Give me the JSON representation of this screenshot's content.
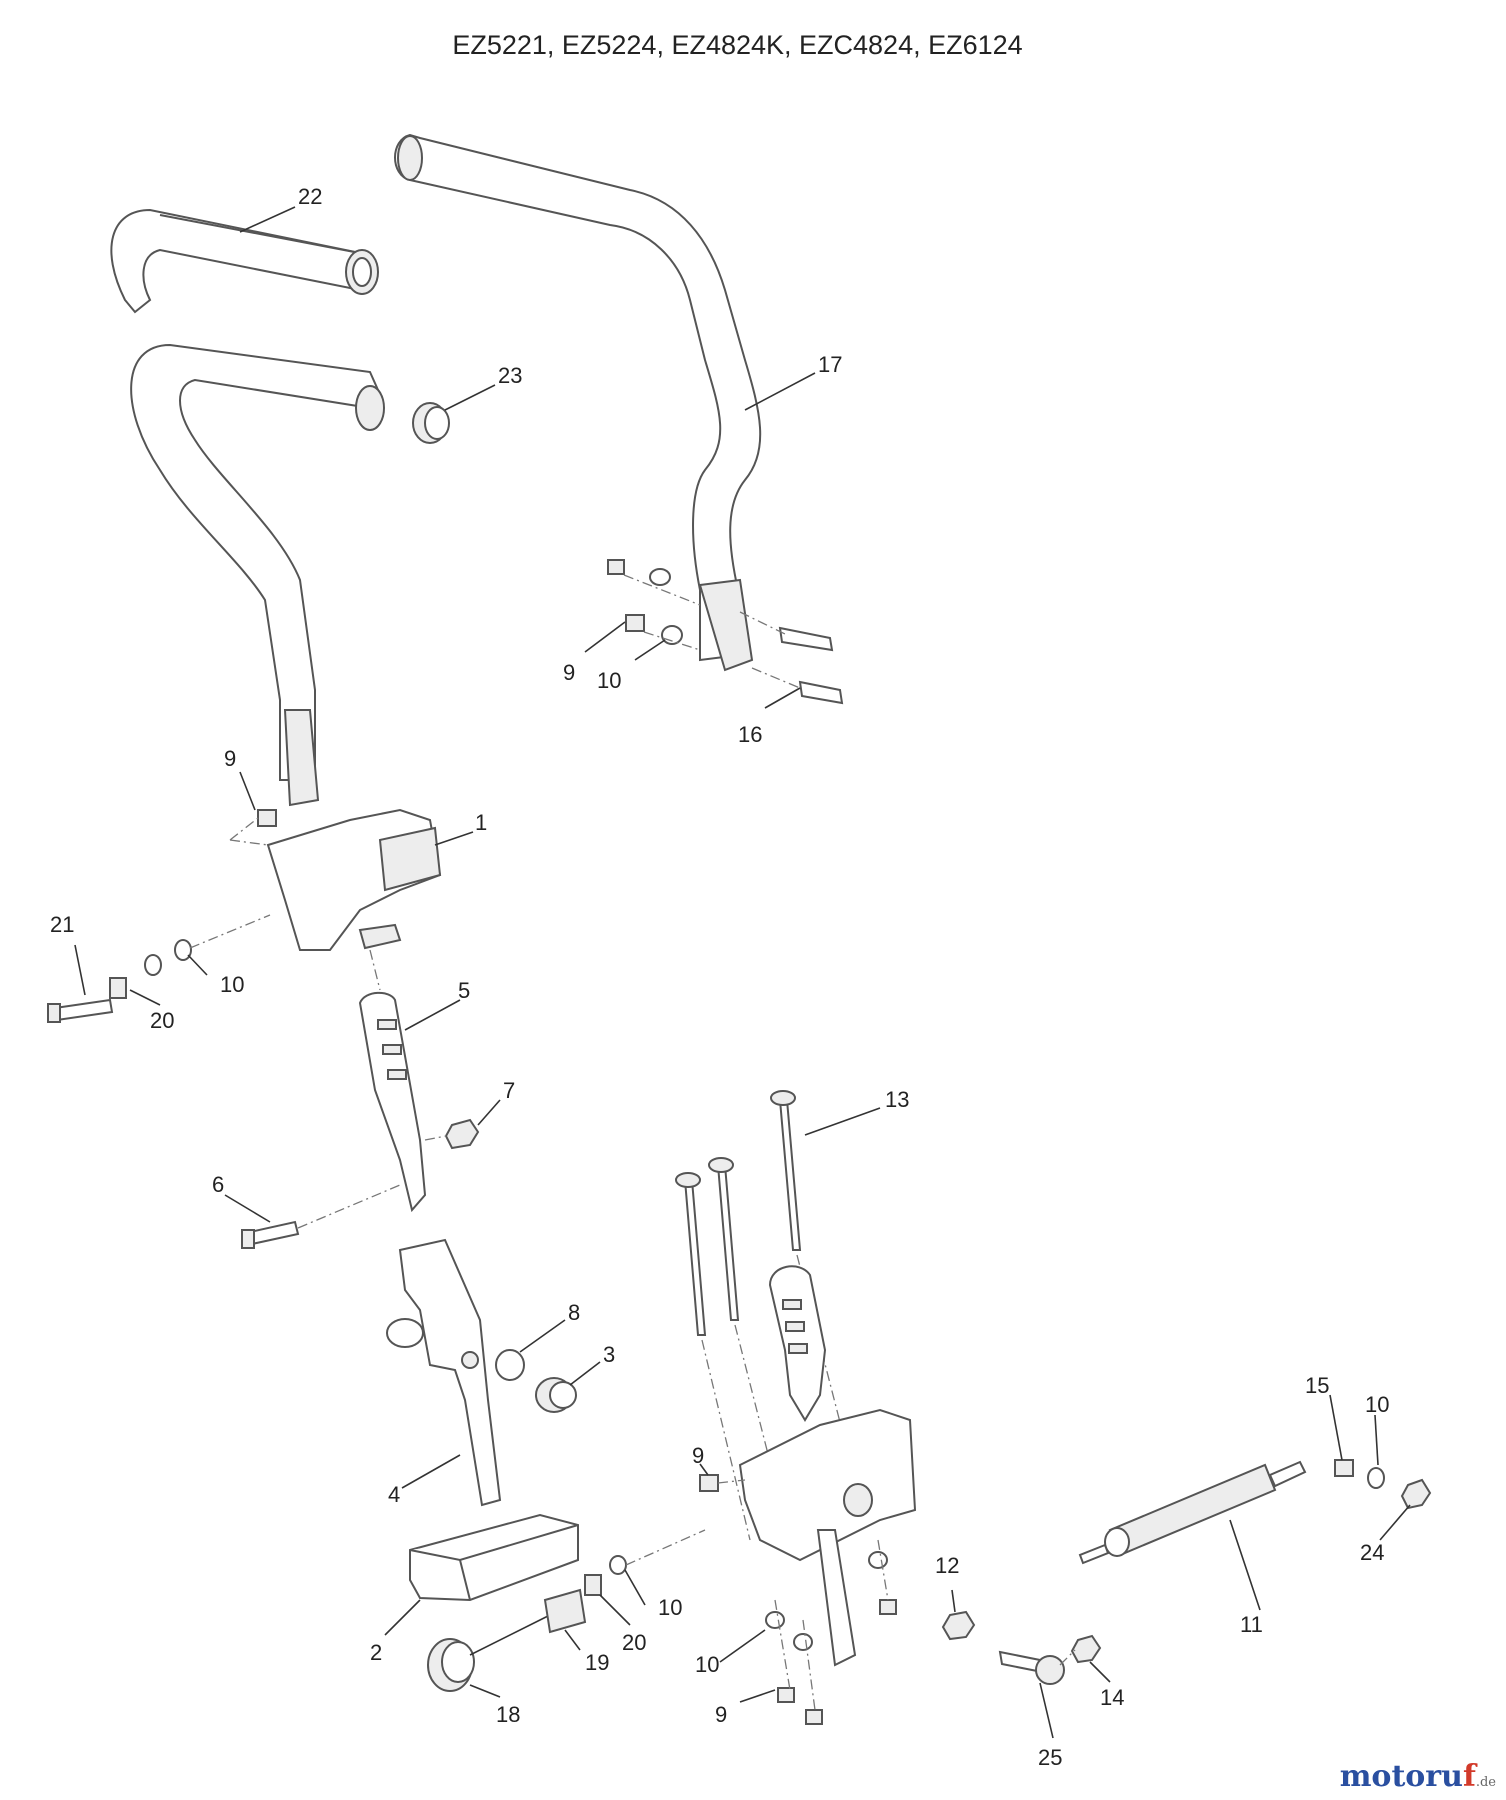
{
  "title": "EZ5221, EZ5224, EZ4824K, EZC4824, EZ6124",
  "labels": {
    "l22": "22",
    "l23": "23",
    "l17": "17",
    "l9a": "9",
    "l10a": "10",
    "l16": "16",
    "l9b": "9",
    "l1": "1",
    "l21": "21",
    "l10b": "10",
    "l20a": "20",
    "l5": "5",
    "l7": "7",
    "l6": "6",
    "l13": "13",
    "l8": "8",
    "l3": "3",
    "l4": "4",
    "l9c": "9",
    "l15": "15",
    "l10c": "10",
    "l24": "24",
    "l11": "11",
    "l12": "12",
    "l2": "2",
    "l20b": "20",
    "l10d": "10",
    "l19": "19",
    "l10e": "10",
    "l9d": "9",
    "l18": "18",
    "l14": "14",
    "l25": "25"
  },
  "watermark": {
    "main": "motoru",
    "accent": "f",
    "suffix": ".de"
  }
}
